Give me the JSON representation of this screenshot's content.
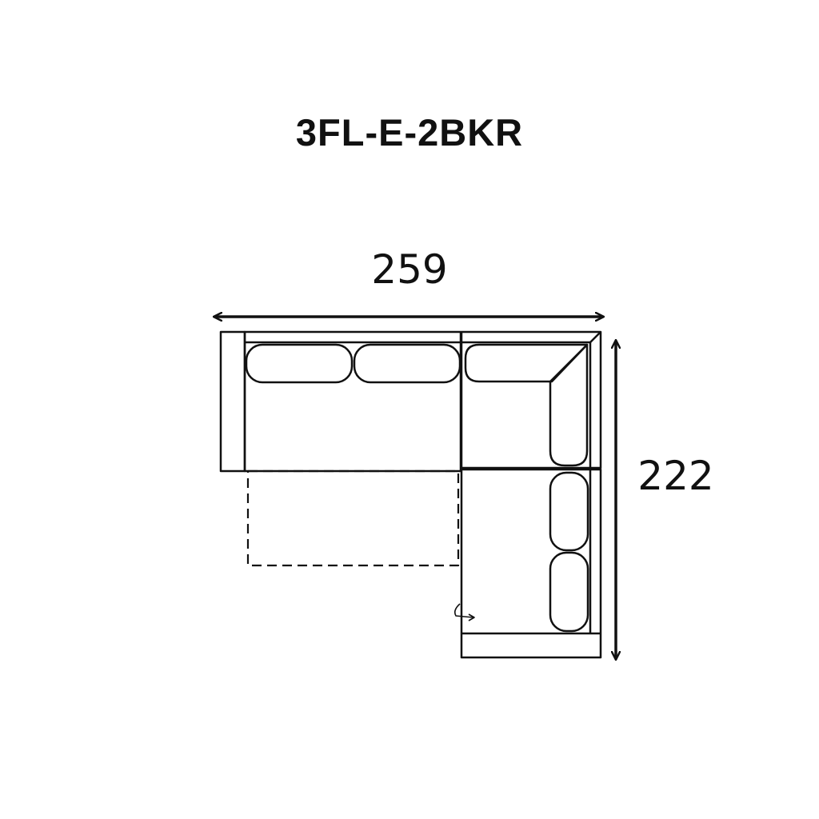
{
  "product": {
    "code": "3FL-E-2BKR"
  },
  "dimensions": {
    "width": "259",
    "depth": "222"
  },
  "colors": {
    "line": "#111111",
    "background": "#ffffff"
  }
}
